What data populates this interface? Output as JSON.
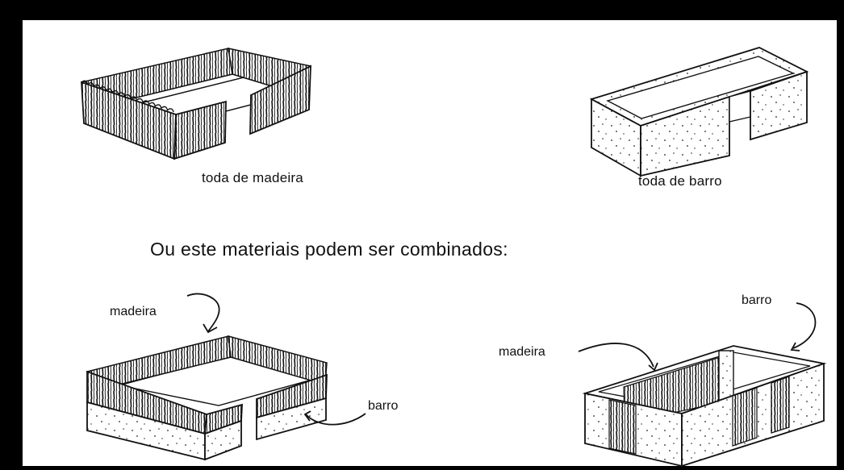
{
  "captions": {
    "all_wood": "toda de madeira",
    "all_clay": "toda de barro"
  },
  "heading": "Ou este materiais podem ser combinados:",
  "combo_wood_top": {
    "wood_label": "madeira",
    "clay_label": "barro"
  },
  "combo_clay_frame": {
    "wood_label": "madeira",
    "clay_label": "barro"
  },
  "icons": [
    "wooden-hut-icon",
    "clay-hut-icon",
    "wood-on-clay-base-icon",
    "clay-frame-with-wood-icon",
    "arrow-icon"
  ]
}
